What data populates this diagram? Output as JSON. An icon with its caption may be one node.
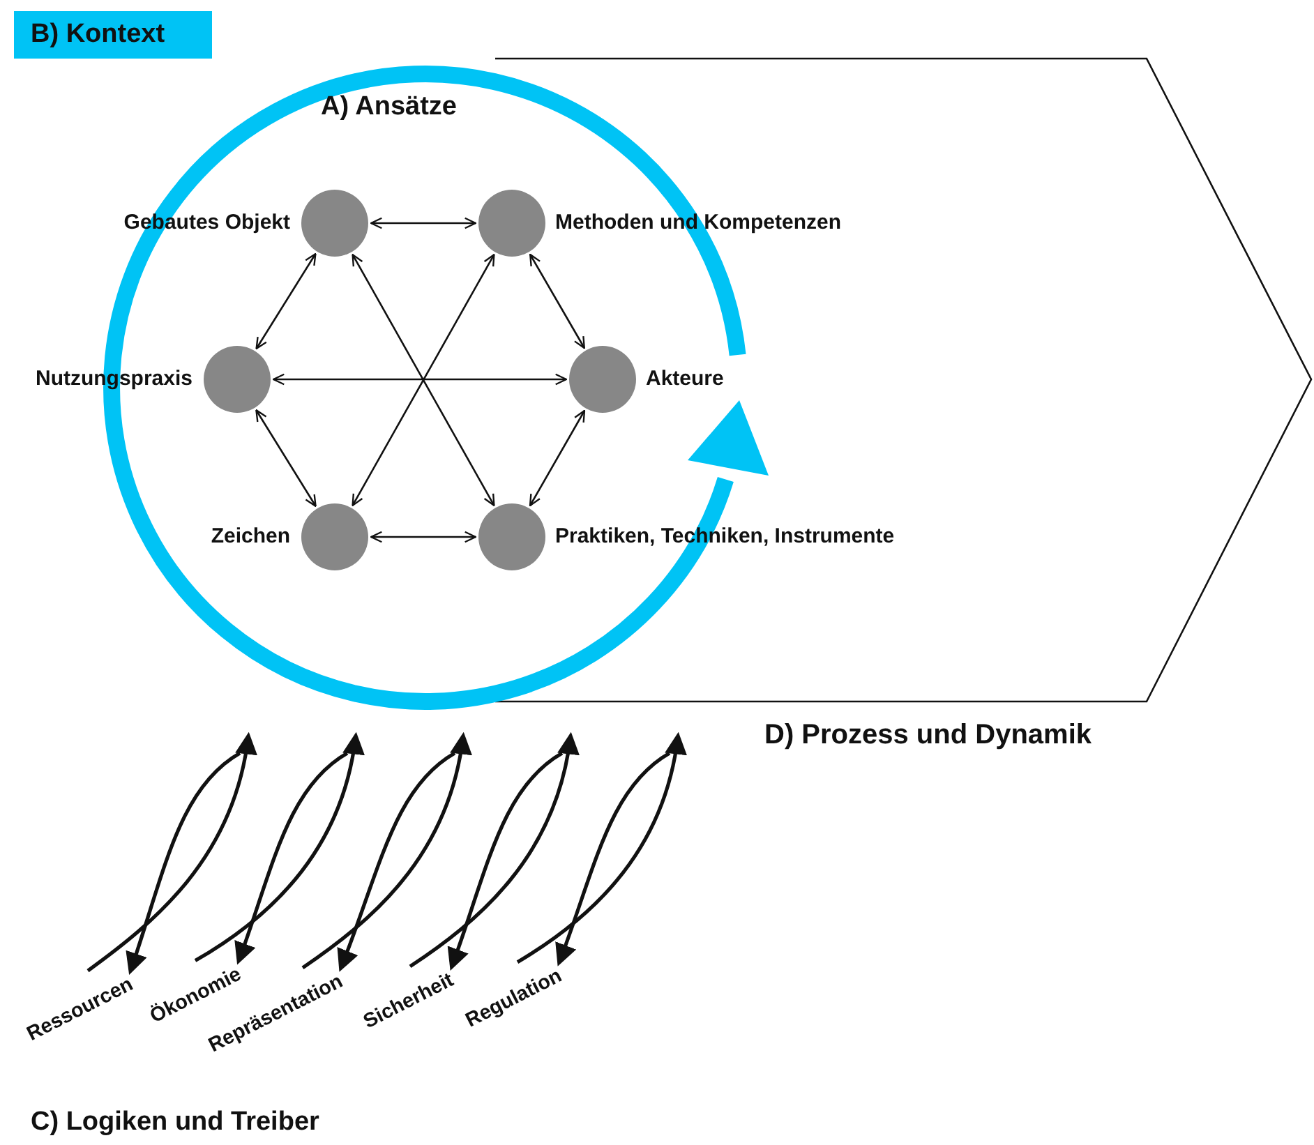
{
  "diagram": {
    "nodes": [
      {
        "text": [
          "B) Kontext"
        ]
      },
      {
        "text": [
          "A) Ansätze"
        ]
      },
      {
        "text": [
          "Gebautes Objekt"
        ],
        "in": 1
      },
      {
        "text": [
          "Methoden und Kompetenzen"
        ],
        "in": 1
      },
      {
        "text": [
          "Nutzungspraxis"
        ],
        "in": 1
      },
      {
        "text": [
          "Akteure"
        ],
        "in": 1
      },
      {
        "text": [
          "Zeichen"
        ],
        "in": 1
      },
      {
        "text": [
          "Praktiken, Techniken, Instrumente"
        ],
        "in": 1
      },
      {
        "text": [
          "Ressourcen"
        ]
      },
      {
        "text": [
          "Ökonomie"
        ]
      },
      {
        "text": [
          "Repräsentation"
        ]
      },
      {
        "text": [
          "Sicherheit"
        ]
      },
      {
        "text": [
          "Regulation"
        ]
      }
    ],
    "edges": [
      {
        "from": 2,
        "to": 3,
        "arrow": "both"
      },
      {
        "from": 3,
        "to": 5,
        "arrow": "both"
      },
      {
        "from": 5,
        "to": 7,
        "arrow": "both"
      },
      {
        "from": 6,
        "to": 7,
        "arrow": "both"
      },
      {
        "from": 4,
        "to": 6,
        "arrow": "both"
      },
      {
        "from": 2,
        "to": 4,
        "arrow": "both"
      },
      {
        "from": 2,
        "to": 7,
        "arrow": "both"
      },
      {
        "from": 3,
        "to": 6,
        "arrow": "both"
      },
      {
        "from": 4,
        "to": 5,
        "arrow": "both"
      },
      {
        "from": 8,
        "to": 1,
        "arrow": "to"
      },
      {
        "from": null,
        "to": 8,
        "arrow": "to"
      },
      {
        "from": 9,
        "to": 1,
        "arrow": "to"
      },
      {
        "from": null,
        "to": 9,
        "arrow": "to"
      },
      {
        "from": 10,
        "to": 1,
        "arrow": "to"
      },
      {
        "from": null,
        "to": 10,
        "arrow": "to"
      },
      {
        "from": 11,
        "to": 1,
        "arrow": "to"
      },
      {
        "from": null,
        "to": 11,
        "arrow": "to"
      },
      {
        "from": 12,
        "to": 1,
        "arrow": "to"
      },
      {
        "from": null,
        "to": 12,
        "arrow": "to"
      }
    ],
    "labels": [
      "D) Prozess und Dynamik",
      "C) Logiken und Treiber"
    ]
  }
}
